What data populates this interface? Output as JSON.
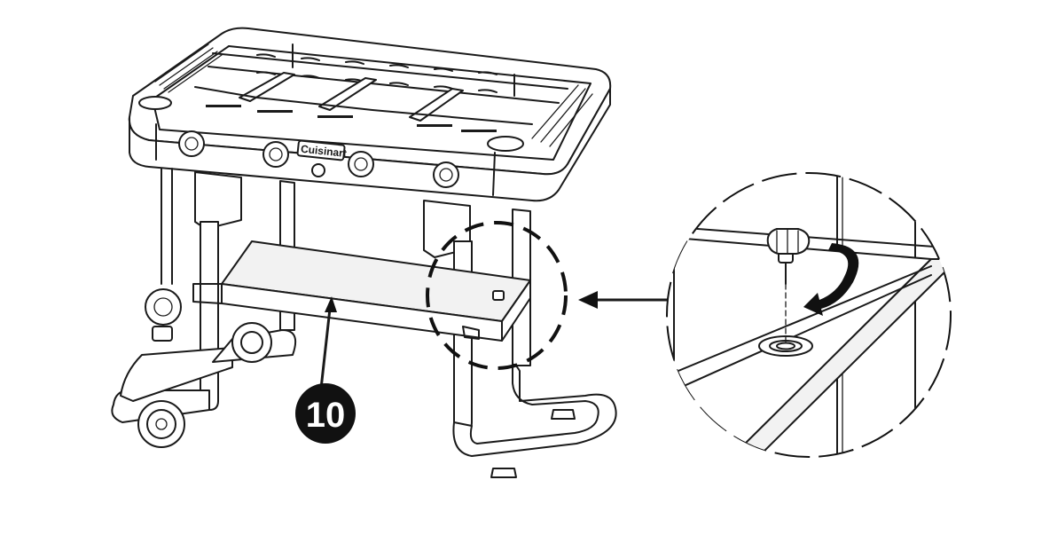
{
  "figure": {
    "brand_label": "Cuisinart",
    "step_number": "10",
    "callout_part": "side-shelf",
    "detail_view": "knob-screw-tighten-clockwise",
    "colors": {
      "line": "#1a1a1a",
      "background": "#ffffff",
      "badge": "#111111",
      "badge_text": "#ffffff"
    },
    "icons": [
      "tighten-arrow-icon",
      "knob-screw-icon",
      "pointer-arrow-icon"
    ]
  }
}
